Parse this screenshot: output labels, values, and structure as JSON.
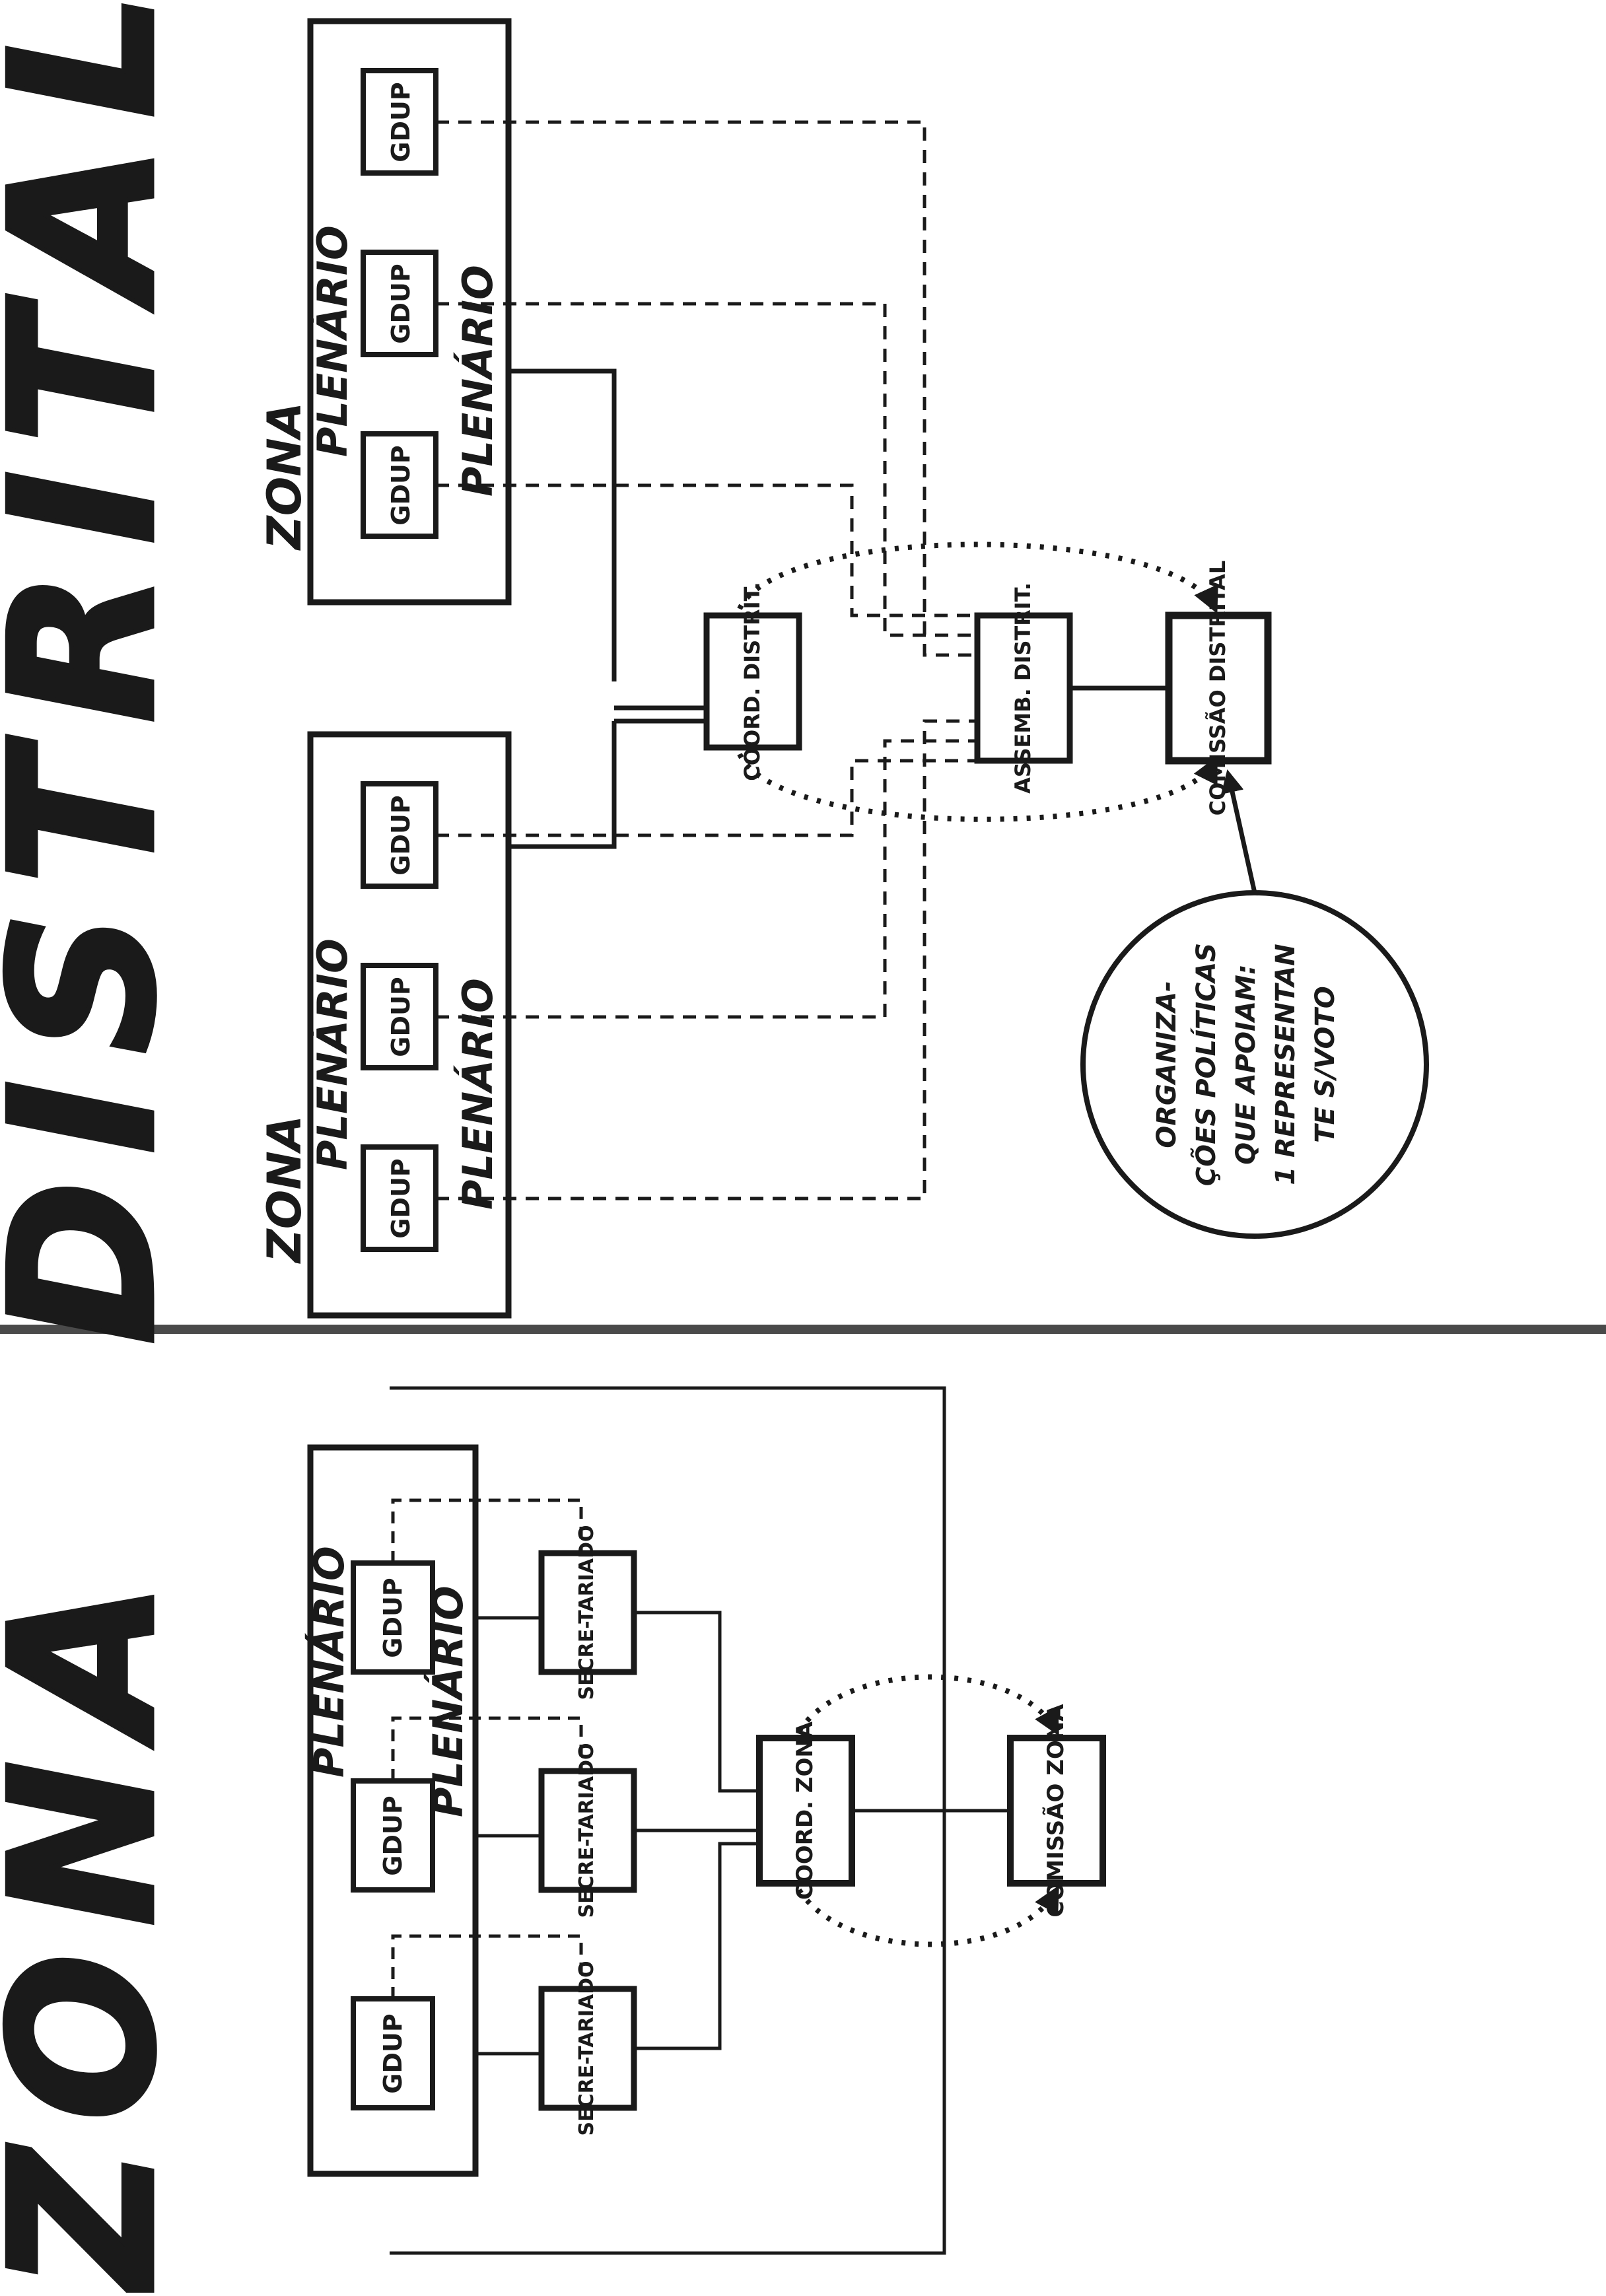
{
  "titles": {
    "zona": "ZONA",
    "distrital": "DISTRITAL"
  },
  "zona_diagram": {
    "plenario_top": "PLENÁRIO",
    "plenario_bottom": "PLENÁRIO",
    "gdup_1": "GDUP",
    "gdup_2": "GDUP",
    "gdup_3": "GDUP",
    "secretariado_1": "SECRE-TARIADO",
    "secretariado_2": "SECRE-TARIADO",
    "secretariado_3": "SECRE-TARIADO",
    "coord": "COORD. ZONA",
    "comissao": "COMISSÃO ZONA"
  },
  "distrital_diagram": {
    "zona_left": {
      "label": "ZONA",
      "plenario_top": "PLENÁRIO",
      "plenario_bottom": "PLENÁRIO",
      "gdup_1": "GDUP",
      "gdup_2": "GDUP",
      "gdup_3": "GDUP"
    },
    "zona_right": {
      "label": "ZONA",
      "plenario_top": "PLENÁRIO",
      "plenario_bottom": "PLENÁRIO",
      "gdup_1": "GDUP",
      "gdup_2": "GDUP",
      "gdup_3": "GDUP"
    },
    "coord": "COORD. DISTRIT.",
    "assemb": "ASSEMB. DISTRIT.",
    "comissao": "COMISSÃO DISTRITAL",
    "circle_note": {
      "line1": "ORGANIZA-",
      "line2": "ÇÕES POLÍTICAS",
      "line3": "QUE APOIAM:",
      "line4": "1 REPRESENTAN",
      "line5": "TE S/VOTO"
    }
  }
}
